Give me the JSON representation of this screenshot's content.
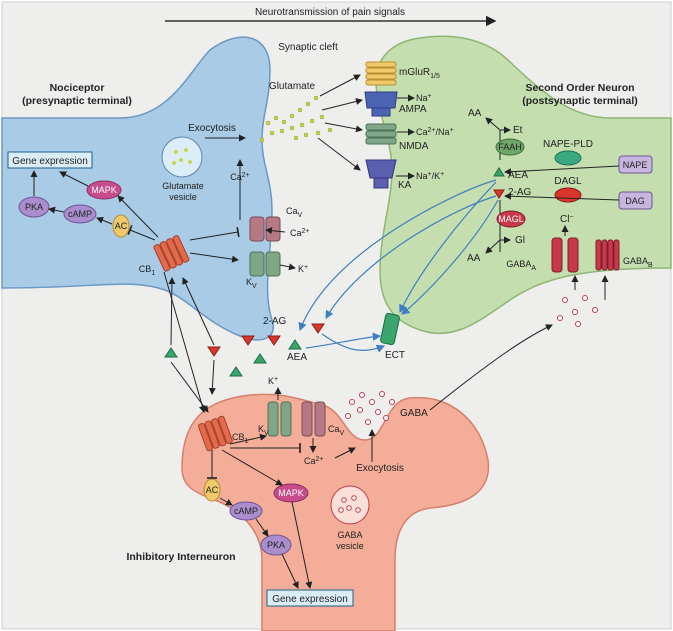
{
  "header": {
    "title": "Neurotransmission of pain signals",
    "subtitle": "Synaptic cleft"
  },
  "nociceptor": {
    "title_line1": "Nociceptor",
    "title_line2": "(presynaptic terminal)",
    "gene_expression": "Gene expression",
    "pka": "PKA",
    "mapk": "MAPK",
    "camp": "cAMP",
    "ac": "AC",
    "cb1": "CB",
    "cb1_sub": "1",
    "exocytosis": "Exocytosis",
    "glutamate_vesicle_line1": "Glutamate",
    "glutamate_vesicle_line2": "vesicle",
    "ca2": "Ca",
    "ca2_sup": "2+",
    "cav": "Ca",
    "cav_sub": "V",
    "ca2_channel": "Ca",
    "ca2_channel_sup": "2+",
    "kv": "K",
    "kv_sub": "V",
    "kplus": "K",
    "kplus_sup": "+"
  },
  "cleft": {
    "glutamate": "Glutamate",
    "two_ag": "2-AG",
    "aea": "AEA",
    "ect": "ECT"
  },
  "receptors": {
    "mglur": "mGluR",
    "mglur_sub": "1/5",
    "ampa": "AMPA",
    "na": "Na",
    "na_sup": "+",
    "nmda": "NMDA",
    "ca_na": "Ca",
    "ca_na_sup": "2+",
    "ca_na_rest": "/Na",
    "ca_na_sup2": "+",
    "ka": "KA",
    "na_k": "Na",
    "na_k_sup": "+",
    "na_k_rest": "/K",
    "na_k_sup2": "+"
  },
  "second_order": {
    "title_line1": "Second Order Neuron",
    "title_line2": "(postsynaptic terminal)",
    "aa_top": "AA",
    "et": "Et",
    "faah": "FAAH",
    "nape_pld": "NAPE-PLD",
    "nape": "NAPE",
    "aea": "AEA",
    "dagl": "DAGL",
    "two_ag": "2-AG",
    "dag": "DAG",
    "magl": "MAGL",
    "aa_bottom": "AA",
    "gl": "Gl",
    "cl": "Cl",
    "cl_sup": "−",
    "gaba_a": "GABA",
    "gaba_a_sub": "A",
    "gaba_b": "GABA",
    "gaba_b_sub": "B"
  },
  "interneuron": {
    "title": "Inhibitory Interneuron",
    "cb1": "CB",
    "cb1_sub": "1",
    "kplus": "K",
    "kplus_sup": "+",
    "kv": "K",
    "kv_sub": "V",
    "cav": "Ca",
    "cav_sub": "V",
    "ca2": "Ca",
    "ca2_sup": "2+",
    "gaba": "GABA",
    "exocytosis": "Exocytosis",
    "gaba_vesicle_line1": "GABA",
    "gaba_vesicle_line2": "vesicle",
    "ac": "AC",
    "camp": "cAMP",
    "mapk": "MAPK",
    "pka": "PKA",
    "gene_expression": "Gene expression"
  },
  "colors": {
    "nociceptor_fill": "#a9cbe6",
    "second_order_fill": "#c4deb0",
    "interneuron_fill": "#f4ad98",
    "cb1": "#e46a4c",
    "ac": "#f0c96a",
    "enzyme_purple": "#a98dcc",
    "faah": "#6fa66a",
    "nape_pld": "#3aa880",
    "dagl": "#d8362b",
    "magl": "#c7384a",
    "aea_green": "#3aa56d",
    "two_ag_red": "#d8362b",
    "blue_arrow": "#3f7fc0"
  }
}
